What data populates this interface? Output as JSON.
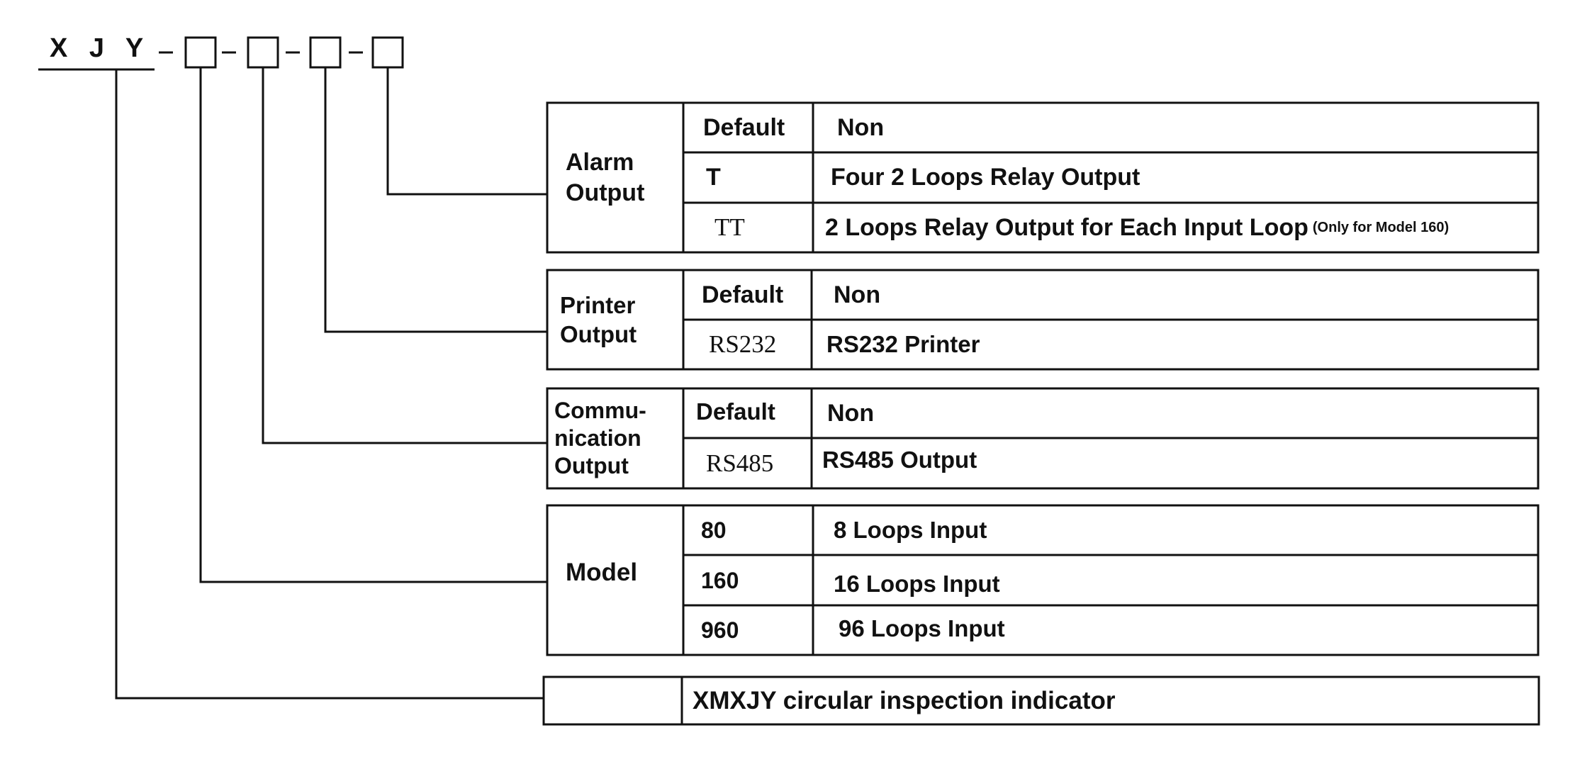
{
  "model_code": "X J Y",
  "sections": {
    "alarm": {
      "label": "Alarm\nOutput",
      "rows": [
        {
          "code": "Default",
          "desc": "Non"
        },
        {
          "code": "T",
          "desc": "Four 2 Loops Relay Output"
        },
        {
          "code": "TT",
          "desc": "2 Loops Relay Output for Each Input Loop",
          "note": "(Only for Model 160)"
        }
      ]
    },
    "printer": {
      "label": "Printer\nOutput",
      "rows": [
        {
          "code": "Default",
          "desc": "Non"
        },
        {
          "code": "RS232",
          "desc": "RS232 Printer"
        }
      ]
    },
    "communication": {
      "label": "Commu-\nnication\nOutput",
      "rows": [
        {
          "code": "Default",
          "desc": "Non"
        },
        {
          "code": "RS485",
          "desc": "RS485 Output"
        }
      ]
    },
    "model": {
      "label": "Model",
      "rows": [
        {
          "code": "80",
          "desc": "8 Loops Input"
        },
        {
          "code": "160",
          "desc": "16 Loops Input"
        },
        {
          "code": "960",
          "desc": "96 Loops Input"
        }
      ]
    },
    "product": {
      "label": "",
      "desc": "XMXJY circular inspection indicator"
    }
  }
}
